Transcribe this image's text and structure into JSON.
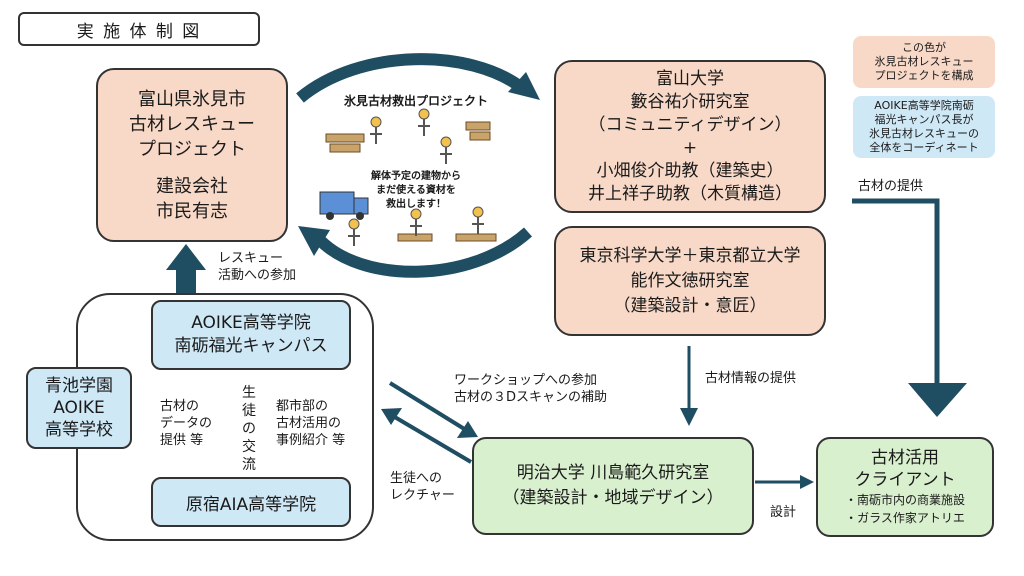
{
  "title": "実 施 体 制 図",
  "legend": {
    "peach_text": [
      "この色が",
      "氷見古材レスキュー",
      "プロジェクトを構成"
    ],
    "blue_text": [
      "AOIKE高等学院南砺",
      "福光キャンパス長が",
      "氷見古材レスキューの",
      "全体をコーディネート"
    ]
  },
  "nodes": {
    "himi": [
      "富山県氷見市",
      "古材レスキュー",
      "プロジェクト",
      "",
      "建設会社",
      "市民有志"
    ],
    "toyama_univ": [
      "富山大学",
      "籔谷祐介研究室",
      "（コミュニティデザイン）",
      "+",
      "小畑俊介助教（建築史）",
      "井上祥子助教（木質構造）"
    ],
    "tokyo_univ": [
      "東京科学大学＋東京都立大学",
      "能作文徳研究室",
      "（建築設計・意匠）"
    ],
    "aoike_gakuen": [
      "青池学園",
      "AOIKE",
      "高等学校"
    ],
    "aoike_nanto": [
      "AOIKE高等学院",
      "南砺福光キャンパス"
    ],
    "harajuku": [
      "原宿AIA高等学院"
    ],
    "meiji": [
      "明治大学 川島範久研究室",
      "（建築設計・地域デザイン）"
    ],
    "client": {
      "title": [
        "古材活用",
        "クライアント"
      ],
      "items": [
        "・南砺市内の商業施設",
        "・ガラス作家アトリエ"
      ]
    }
  },
  "illustration": {
    "heading": "氷見古材救出プロジェクト",
    "caption": [
      "解体予定の建物から",
      "まだ使える資材を",
      "救出します！"
    ]
  },
  "edge_labels": {
    "rescue": [
      "レスキュー",
      "活動への参加"
    ],
    "kozai_teikyo": "古材の提供",
    "kozai_joho": "古材情報の提供",
    "workshop": [
      "ワークショップへの参加",
      "古材の３Dスキャンの補助"
    ],
    "lecture": [
      "生徒への",
      "レクチャー"
    ],
    "sekkei": "設計",
    "data_teikyo": [
      "古材の",
      "データの",
      "提供 等"
    ],
    "seito_koryu": "生徒の交流",
    "toshibu": [
      "都市部の",
      "古材活用の",
      "事例紹介 等"
    ]
  }
}
